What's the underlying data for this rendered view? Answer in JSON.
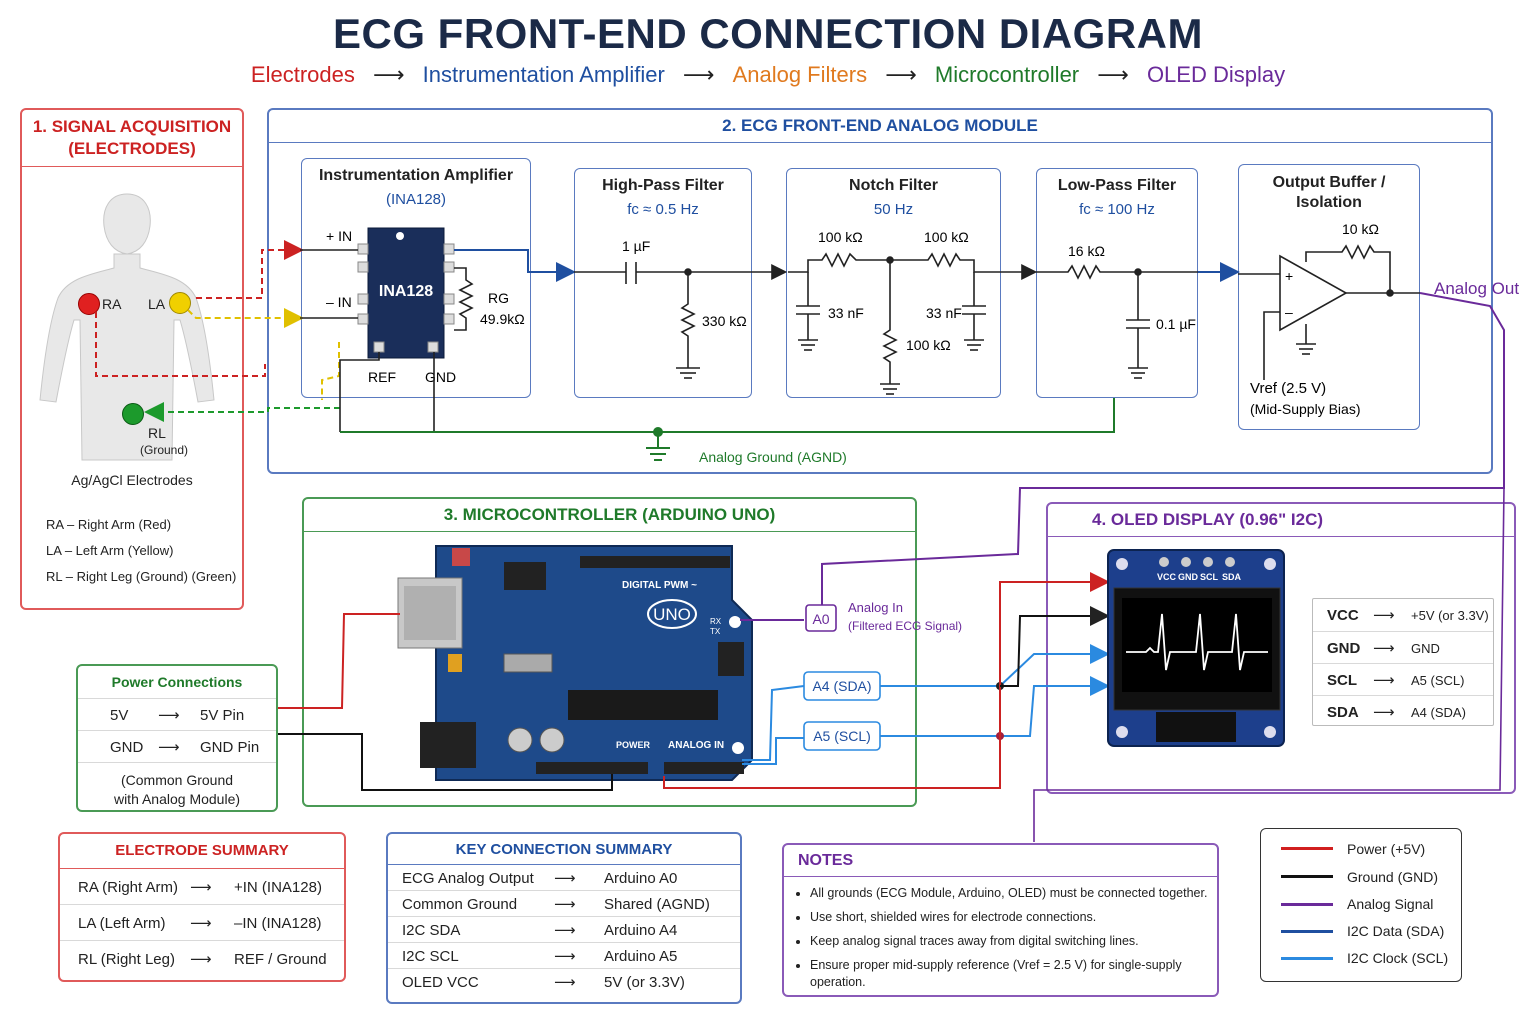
{
  "title": "ECG FRONT-END CONNECTION DIAGRAM",
  "flow": [
    {
      "label": "Electrodes",
      "color": "#cc2222"
    },
    {
      "label": "Instrumentation Amplifier",
      "color": "#1f4fa0"
    },
    {
      "label": "Analog Filters",
      "color": "#e07a1f"
    },
    {
      "label": "Microcontroller",
      "color": "#1f7a2a"
    },
    {
      "label": "OLED Display",
      "color": "#6a2a9a"
    }
  ],
  "flow_arrow": "⟶",
  "acquisition": {
    "title_line1": "1. SIGNAL ACQUISITION",
    "title_line2": "(ELECTRODES)",
    "ra": "RA",
    "la": "LA",
    "rl": "RL",
    "rl_sub": "(Ground)",
    "electrodes_label": "Ag/AgCl Electrodes",
    "legend": [
      {
        "code": "RA",
        "desc": "Right Arm (Red)"
      },
      {
        "code": "LA",
        "desc": "Left Arm (Yellow)"
      },
      {
        "code": "RL",
        "desc": "Right Leg (Ground) (Green)"
      }
    ],
    "dash": "–"
  },
  "frontend": {
    "title": "2. ECG FRONT-END ANALOG MODULE",
    "inamp": {
      "title": "Instrumentation Amplifier",
      "part": "(INA128)",
      "chip": "INA128",
      "pin_plus": "+ IN",
      "pin_minus": "– IN",
      "rg": "RG",
      "rg_value": "49.9kΩ",
      "ref": "REF",
      "gnd": "GND"
    },
    "hpf": {
      "title": "High-Pass Filter",
      "fc": "fc ≈ 0.5 Hz",
      "cap": "1 µF",
      "res": "330 kΩ"
    },
    "notch": {
      "title": "Notch Filter",
      "freq": "50 Hz",
      "r1": "100 kΩ",
      "r2": "100 kΩ",
      "c1": "33 nF",
      "c2": "33 nF",
      "r3": "100 kΩ"
    },
    "lpf": {
      "title": "Low-Pass Filter",
      "fc": "fc ≈ 100 Hz",
      "res": "16 kΩ",
      "cap": "0.1 µF"
    },
    "buffer": {
      "title_line1": "Output Buffer /",
      "title_line2": "Isolation",
      "res": "10 kΩ",
      "vref": "Vref (2.5 V)",
      "bias": "(Mid-Supply Bias)",
      "plus": "+",
      "minus": "–"
    },
    "analog_out": "Analog Out",
    "agnd": "Analog Ground (AGND)"
  },
  "mcu": {
    "title": "3. MICROCONTROLLER (ARDUINO UNO)",
    "board_uno": "UNO",
    "board_digital": "DIGITAL PWM ~",
    "board_power": "POWER",
    "board_analog": "ANALOG IN",
    "board_rx": "RX",
    "board_tx": "TX",
    "a0": "A0",
    "a0_desc1": "Analog In",
    "a0_desc2": "(Filtered ECG Signal)",
    "a4": "A4 (SDA)",
    "a5": "A5 (SCL)"
  },
  "power": {
    "title": "Power Connections",
    "rows": [
      {
        "from": "5V",
        "to": "5V Pin"
      },
      {
        "from": "GND",
        "to": "GND Pin"
      }
    ],
    "note1": "(Common Ground",
    "note2": "with Analog Module)"
  },
  "oled": {
    "title": "4. OLED DISPLAY (0.96\" I2C)",
    "pins": [
      "VCC",
      "GND",
      "SCL",
      "SDA"
    ],
    "map": [
      {
        "pin": "VCC",
        "to": "+5V (or 3.3V)"
      },
      {
        "pin": "GND",
        "to": "GND"
      },
      {
        "pin": "SCL",
        "to": "A5 (SCL)"
      },
      {
        "pin": "SDA",
        "to": "A4 (SDA)"
      }
    ]
  },
  "electrode_summary": {
    "title": "ELECTRODE SUMMARY",
    "rows": [
      {
        "from": "RA (Right Arm)",
        "to": "+IN (INA128)"
      },
      {
        "from": "LA (Left Arm)",
        "to": "–IN (INA128)"
      },
      {
        "from": "RL (Right Leg)",
        "to": "REF / Ground"
      }
    ]
  },
  "key_summary": {
    "title": "KEY CONNECTION SUMMARY",
    "rows": [
      {
        "from": "ECG Analog Output",
        "to": "Arduino A0"
      },
      {
        "from": "Common Ground",
        "to": "Shared (AGND)"
      },
      {
        "from": "I2C SDA",
        "to": "Arduino A4"
      },
      {
        "from": "I2C SCL",
        "to": "Arduino A5"
      },
      {
        "from": "OLED VCC",
        "to": "5V (or 3.3V)"
      }
    ]
  },
  "notes": {
    "title": "NOTES",
    "items": [
      "All grounds (ECG Module, Arduino, OLED) must be connected together.",
      "Use short, shielded wires for electrode connections.",
      "Keep analog signal traces away from digital switching lines.",
      "Ensure proper mid-supply reference (Vref = 2.5 V) for single-supply operation."
    ]
  },
  "legend": {
    "items": [
      {
        "label": "Power (+5V)",
        "color": "#d11f1f"
      },
      {
        "label": "Ground (GND)",
        "color": "#111111"
      },
      {
        "label": "Analog Signal",
        "color": "#6a2a9a"
      },
      {
        "label": "I2C Data (SDA)",
        "color": "#1f4fa0"
      },
      {
        "label": "I2C Clock (SCL)",
        "color": "#2b8ae0"
      }
    ]
  },
  "arrow": "⟶",
  "colors": {
    "red": "#cc2222",
    "blue": "#1f4fa0",
    "green": "#1f7a2a",
    "purple": "#6a2a9a",
    "light_blue": "#2b8ae0"
  }
}
